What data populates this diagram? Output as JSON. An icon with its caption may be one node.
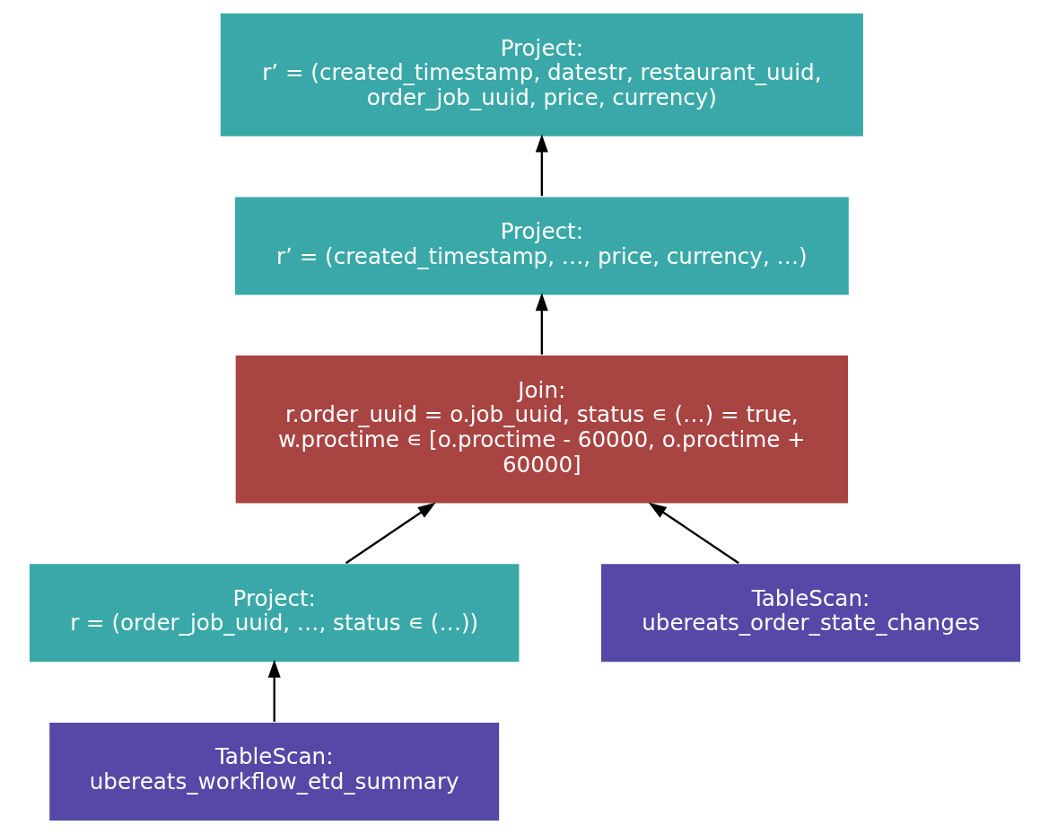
{
  "diagram": {
    "nodes": [
      {
        "text": [
          "Project:",
          "r’ = (created_timestamp, datestr, restaurant_uuid, order_job_uuid, price, currency)"
        ]
      },
      {
        "text": [
          "Project:",
          "r’ = (created_timestamp, …, price, currency, …)"
        ]
      },
      {
        "text": [
          "Join:",
          "r.order_uuid = o.job_uuid, status ∊ (…) = true, w.proctime ∊ [o.proctime - 60000, o.proctime + 60000]"
        ]
      },
      {
        "text": [
          "Project:",
          "r = (order_job_uuid, …, status ∊ (…))"
        ]
      },
      {
        "text": [
          "TableScan:",
          "ubereats_order_state_changes"
        ]
      },
      {
        "text": [
          "TableScan:",
          "ubereats_workflow_etd_summary"
        ]
      }
    ],
    "edges": [
      {
        "from": 1,
        "to": 0,
        "arrow": "to"
      },
      {
        "from": 2,
        "to": 1,
        "arrow": "to"
      },
      {
        "from": 3,
        "to": 2,
        "arrow": "to"
      },
      {
        "from": 4,
        "to": 2,
        "arrow": "to"
      },
      {
        "from": 5,
        "to": 3,
        "arrow": "to"
      }
    ]
  }
}
